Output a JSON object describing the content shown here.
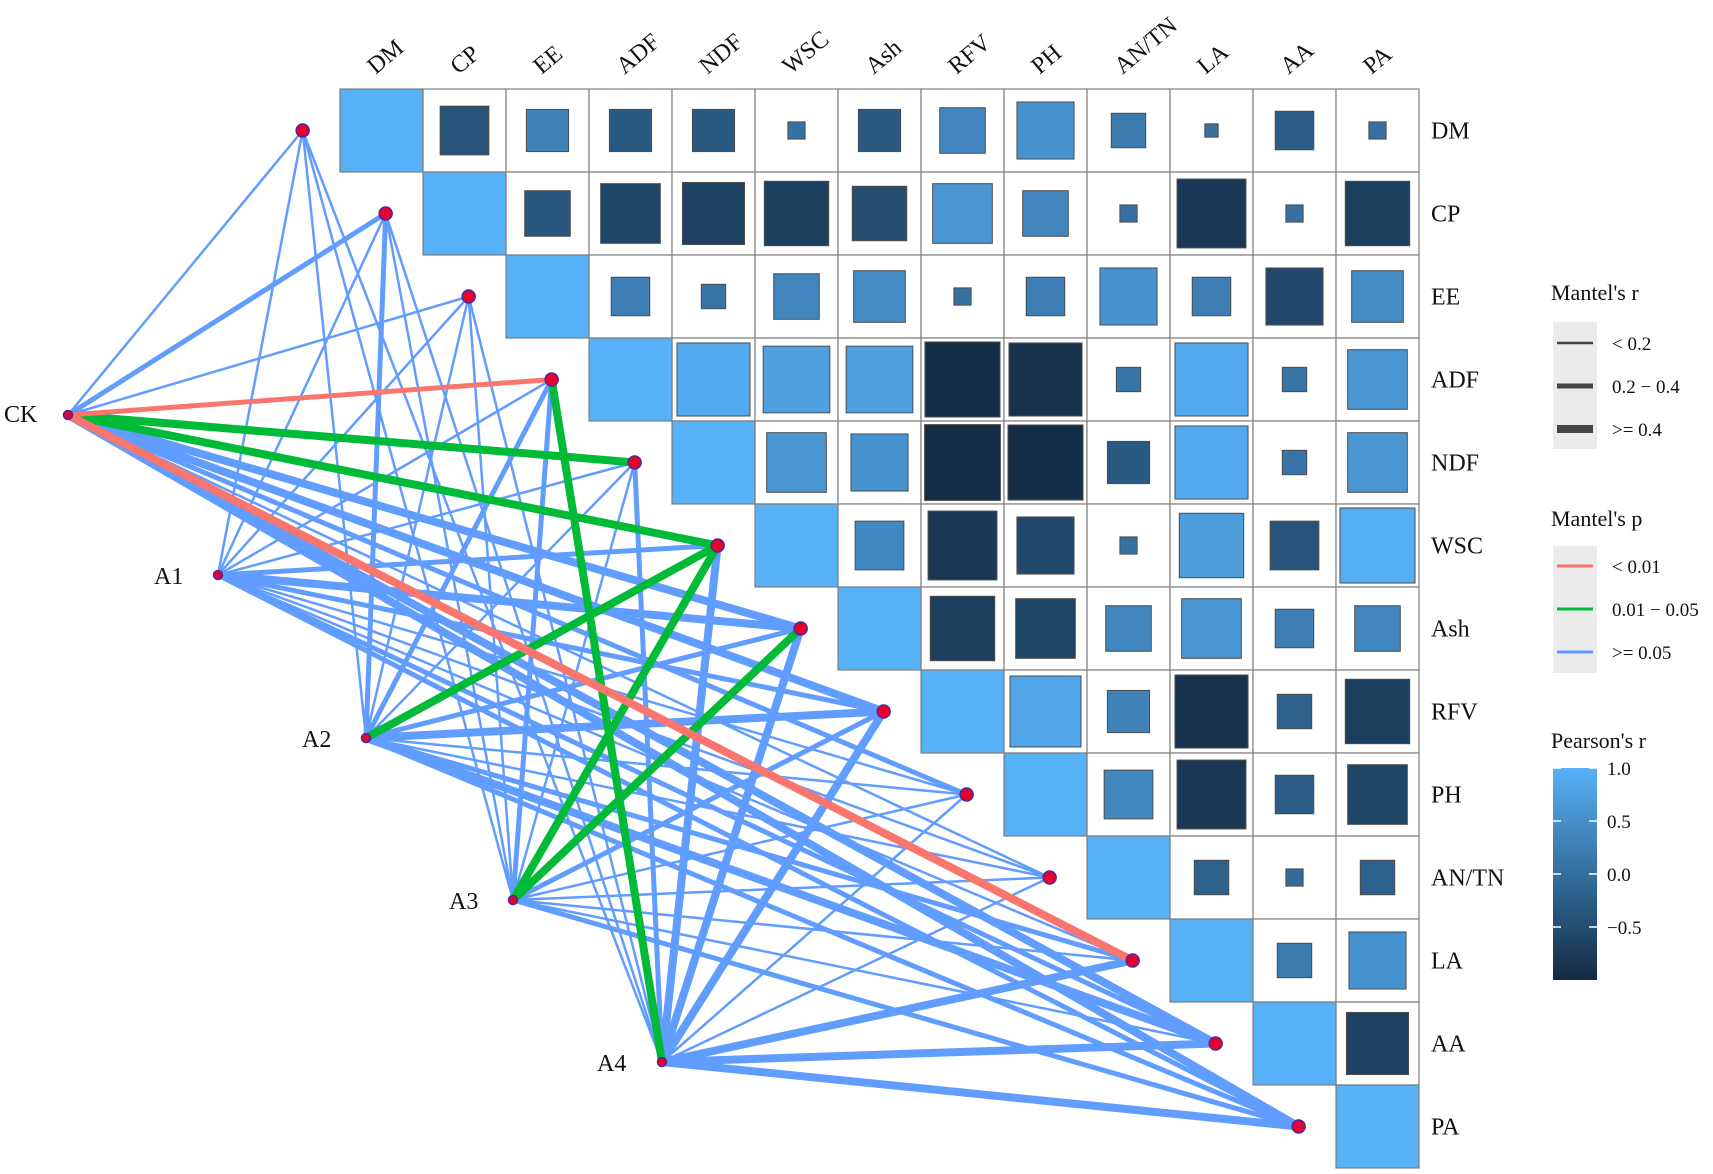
{
  "chart_data": {
    "type": "heatmap",
    "variables": [
      "DM",
      "CP",
      "EE",
      "ADF",
      "NDF",
      "WSC",
      "Ash",
      "RFV",
      "PH",
      "AN/TN",
      "LA",
      "AA",
      "PA"
    ],
    "pearson_r": [
      [
        1.0,
        -0.4,
        0.3,
        -0.3,
        -0.3,
        0.05,
        -0.3,
        0.35,
        0.55,
        0.2,
        0.03,
        -0.25,
        0.05
      ],
      [
        -0.4,
        1.0,
        -0.35,
        -0.6,
        -0.65,
        -0.7,
        -0.5,
        0.6,
        0.35,
        0.05,
        -0.8,
        0.05,
        -0.7
      ],
      [
        0.3,
        -0.35,
        1.0,
        0.25,
        0.1,
        0.35,
        0.45,
        0.05,
        0.25,
        0.55,
        0.25,
        -0.55,
        0.45
      ],
      [
        -0.3,
        -0.6,
        0.25,
        1.0,
        0.9,
        0.75,
        0.75,
        -0.95,
        -0.9,
        0.1,
        0.9,
        0.1,
        0.6
      ],
      [
        -0.3,
        -0.65,
        0.1,
        0.9,
        1.0,
        0.6,
        0.55,
        -0.97,
        -0.95,
        -0.3,
        0.9,
        0.1,
        0.6
      ],
      [
        0.05,
        -0.7,
        0.35,
        0.75,
        0.6,
        1.0,
        0.4,
        -0.8,
        -0.55,
        0.05,
        0.7,
        -0.4,
        0.95
      ],
      [
        -0.3,
        -0.5,
        0.45,
        0.75,
        0.55,
        0.4,
        1.0,
        -0.7,
        -0.6,
        0.35,
        0.6,
        0.25,
        0.35
      ],
      [
        0.35,
        0.6,
        0.05,
        -0.95,
        -0.97,
        -0.8,
        -0.7,
        1.0,
        0.85,
        0.3,
        -0.9,
        -0.2,
        -0.7
      ],
      [
        0.55,
        0.35,
        0.25,
        -0.9,
        -0.95,
        -0.55,
        -0.6,
        0.85,
        1.0,
        0.4,
        -0.8,
        -0.25,
        -0.6
      ],
      [
        0.2,
        0.05,
        0.55,
        0.1,
        -0.3,
        0.05,
        0.35,
        0.3,
        0.4,
        1.0,
        -0.2,
        -0.05,
        -0.2
      ],
      [
        0.03,
        -0.8,
        0.25,
        0.9,
        0.9,
        0.7,
        0.6,
        -0.9,
        -0.8,
        -0.2,
        1.0,
        0.2,
        0.55
      ],
      [
        -0.25,
        0.05,
        -0.55,
        0.1,
        0.1,
        -0.4,
        0.25,
        -0.2,
        -0.25,
        -0.05,
        0.2,
        1.0,
        -0.65
      ],
      [
        0.05,
        -0.7,
        0.45,
        0.6,
        0.6,
        0.95,
        0.35,
        -0.7,
        -0.6,
        -0.2,
        0.55,
        -0.65,
        1.0
      ]
    ],
    "groups": [
      "CK",
      "A1",
      "A2",
      "A3",
      "A4"
    ],
    "mantel_links": [
      {
        "group": "CK",
        "targets": [
          "DM",
          "CP",
          "EE",
          "ADF",
          "NDF",
          "WSC",
          "Ash",
          "RFV",
          "PH",
          "AN/TN",
          "LA",
          "AA",
          "PA"
        ],
        "r": [
          0.15,
          0.25,
          0.15,
          0.25,
          0.45,
          0.45,
          0.45,
          0.45,
          0.25,
          0.15,
          0.45,
          0.45,
          0.45
        ],
        "p": [
          "high",
          "high",
          "high",
          "low",
          "mid",
          "mid",
          "high",
          "high",
          "high",
          "high",
          "low",
          "high",
          "high"
        ]
      },
      {
        "group": "A1",
        "targets": [
          "DM",
          "CP",
          "EE",
          "ADF",
          "NDF",
          "WSC",
          "Ash",
          "RFV",
          "PH",
          "AN/TN",
          "LA",
          "AA",
          "PA"
        ],
        "r": [
          0.15,
          0.15,
          0.15,
          0.15,
          0.15,
          0.25,
          0.45,
          0.25,
          0.15,
          0.15,
          0.15,
          0.25,
          0.25
        ],
        "p": [
          "high",
          "high",
          "high",
          "high",
          "high",
          "high",
          "high",
          "high",
          "high",
          "high",
          "high",
          "high",
          "high"
        ]
      },
      {
        "group": "A2",
        "targets": [
          "DM",
          "CP",
          "EE",
          "ADF",
          "NDF",
          "WSC",
          "Ash",
          "RFV",
          "PH",
          "AN/TN",
          "LA",
          "AA",
          "PA"
        ],
        "r": [
          0.15,
          0.25,
          0.15,
          0.25,
          0.15,
          0.45,
          0.25,
          0.45,
          0.15,
          0.15,
          0.25,
          0.45,
          0.25
        ],
        "p": [
          "high",
          "high",
          "high",
          "high",
          "high",
          "mid",
          "high",
          "high",
          "high",
          "high",
          "high",
          "high",
          "high"
        ]
      },
      {
        "group": "A3",
        "targets": [
          "DM",
          "CP",
          "EE",
          "ADF",
          "NDF",
          "WSC",
          "Ash",
          "RFV",
          "PH",
          "AN/TN",
          "LA",
          "AA",
          "PA"
        ],
        "r": [
          0.15,
          0.15,
          0.15,
          0.25,
          0.15,
          0.45,
          0.45,
          0.25,
          0.15,
          0.15,
          0.15,
          0.15,
          0.25
        ],
        "p": [
          "high",
          "high",
          "high",
          "high",
          "high",
          "mid",
          "mid",
          "high",
          "high",
          "high",
          "high",
          "high",
          "high"
        ]
      },
      {
        "group": "A4",
        "targets": [
          "DM",
          "CP",
          "EE",
          "ADF",
          "NDF",
          "WSC",
          "Ash",
          "RFV",
          "PH",
          "AN/TN",
          "LA",
          "AA",
          "PA"
        ],
        "r": [
          0.15,
          0.15,
          0.15,
          0.45,
          0.25,
          0.45,
          0.45,
          0.45,
          0.15,
          0.15,
          0.45,
          0.45,
          0.45
        ],
        "p": [
          "high",
          "high",
          "high",
          "mid",
          "high",
          "high",
          "high",
          "high",
          "high",
          "high",
          "high",
          "high",
          "high"
        ]
      }
    ],
    "legends": {
      "mantel_r": {
        "title": "Mantel's r",
        "items": [
          {
            "label": "< 0.2",
            "level": 0.15
          },
          {
            "label": "0.2 − 0.4",
            "level": 0.3
          },
          {
            "label": ">= 0.4",
            "level": 0.45
          }
        ]
      },
      "mantel_p": {
        "title": "Mantel's p",
        "items": [
          {
            "label": "< 0.01",
            "key": "low",
            "color": "#F8766D"
          },
          {
            "label": "0.01 − 0.05",
            "key": "mid",
            "color": "#00BA38"
          },
          {
            "label": ">= 0.05",
            "key": "high",
            "color": "#619CFF"
          }
        ]
      },
      "pearson_r": {
        "title": "Pearson's r",
        "ticks": [
          "1.0",
          "0.5",
          "0.0",
          "−0.5"
        ],
        "tick_values": [
          1.0,
          0.5,
          0.0,
          -0.5
        ],
        "range": [
          -1,
          1
        ]
      }
    },
    "colors": {
      "high": "#56B1F7",
      "low": "#132B43",
      "node_fill": "#E8002D",
      "node_stroke": "#4B2A9E"
    }
  }
}
